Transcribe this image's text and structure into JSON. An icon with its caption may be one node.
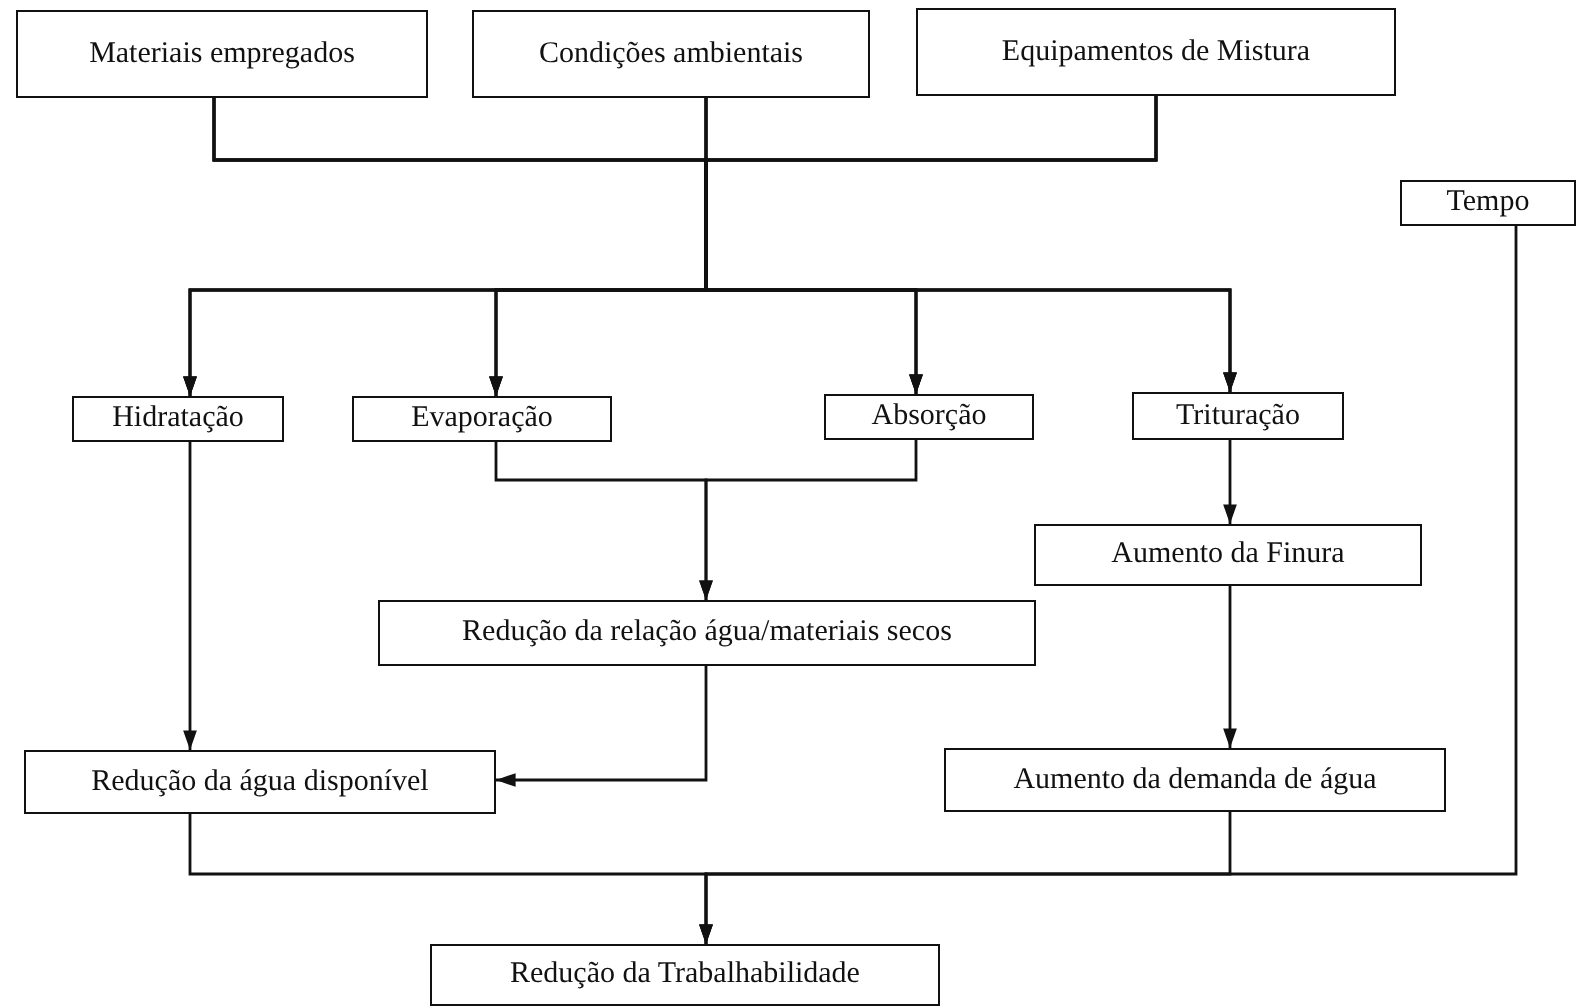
{
  "diagram": {
    "nodes": [
      {
        "text": [
          "Materiais empregados"
        ]
      },
      {
        "text": [
          "Condições ambientais"
        ]
      },
      {
        "text": [
          "Equipamentos de Mistura"
        ]
      },
      {
        "text": [
          "Tempo"
        ]
      },
      {
        "text": [
          "Hidratação"
        ]
      },
      {
        "text": [
          "Evaporação"
        ]
      },
      {
        "text": [
          "Absorção"
        ]
      },
      {
        "text": [
          "Trituração"
        ]
      },
      {
        "text": [
          "Aumento da Finura"
        ]
      },
      {
        "text": [
          "Redução da relação água/materiais secos"
        ]
      },
      {
        "text": [
          "Redução da água disponível"
        ]
      },
      {
        "text": [
          "Aumento da demanda de água"
        ]
      },
      {
        "text": [
          "Redução da Trabalhabilidade"
        ]
      }
    ],
    "edges": [
      {
        "from": 0,
        "to": 4,
        "arrow": "to"
      },
      {
        "from": 0,
        "to": 5,
        "arrow": "to"
      },
      {
        "from": 0,
        "to": 6,
        "arrow": "to"
      },
      {
        "from": 0,
        "to": 7,
        "arrow": "to"
      },
      {
        "from": 1,
        "to": 4,
        "arrow": "to"
      },
      {
        "from": 1,
        "to": 5,
        "arrow": "to"
      },
      {
        "from": 1,
        "to": 6,
        "arrow": "to"
      },
      {
        "from": 1,
        "to": 7,
        "arrow": "to"
      },
      {
        "from": 2,
        "to": 4,
        "arrow": "to"
      },
      {
        "from": 2,
        "to": 5,
        "arrow": "to"
      },
      {
        "from": 2,
        "to": 6,
        "arrow": "to"
      },
      {
        "from": 2,
        "to": 7,
        "arrow": "to"
      },
      {
        "from": 4,
        "to": 10,
        "arrow": "to"
      },
      {
        "from": 5,
        "to": 9,
        "arrow": "to"
      },
      {
        "from": 6,
        "to": 9,
        "arrow": "to"
      },
      {
        "from": 9,
        "to": 10,
        "arrow": "to"
      },
      {
        "from": 7,
        "to": 8,
        "arrow": "to"
      },
      {
        "from": 8,
        "to": 11,
        "arrow": "to"
      },
      {
        "from": 10,
        "to": 12,
        "arrow": "to"
      },
      {
        "from": 11,
        "to": 12,
        "arrow": "to"
      },
      {
        "from": 3,
        "to": 12,
        "arrow": "to"
      }
    ]
  }
}
